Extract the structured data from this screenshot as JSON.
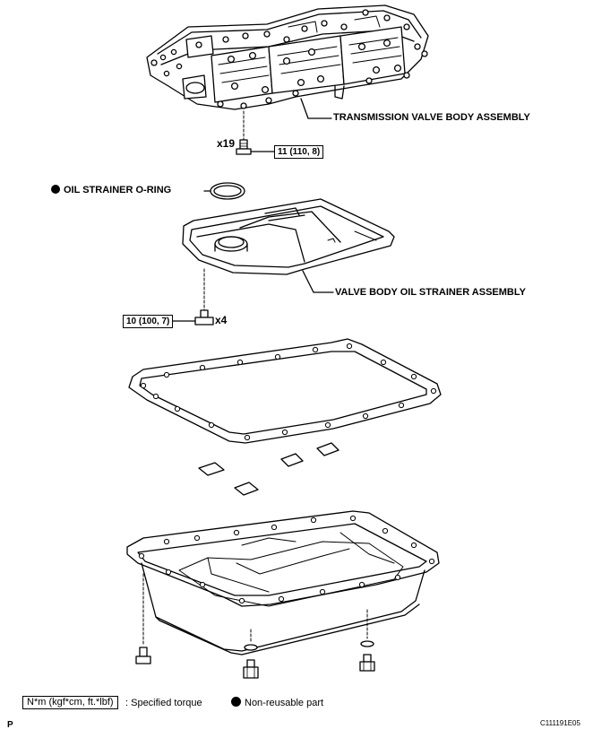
{
  "labels": {
    "valve_body": "TRANSMISSION VALVE BODY ASSEMBLY",
    "oring": "OIL STRAINER O-RING",
    "strainer": "VALVE BODY OIL STRAINER ASSEMBLY"
  },
  "quantities": {
    "valve_body_bolts": "x19",
    "strainer_bolts": "x4"
  },
  "torques": {
    "valve_body_bolt": "11 (110, 8)",
    "strainer_bolt": "10 (100, 7)"
  },
  "legend": {
    "torque_units": "N*m (kgf*cm, ft.*lbf)",
    "torque_desc": ": Specified torque",
    "nonreusable": "Non-reusable part"
  },
  "footer": {
    "left_code": "P",
    "figure_code": "C111191E05"
  }
}
